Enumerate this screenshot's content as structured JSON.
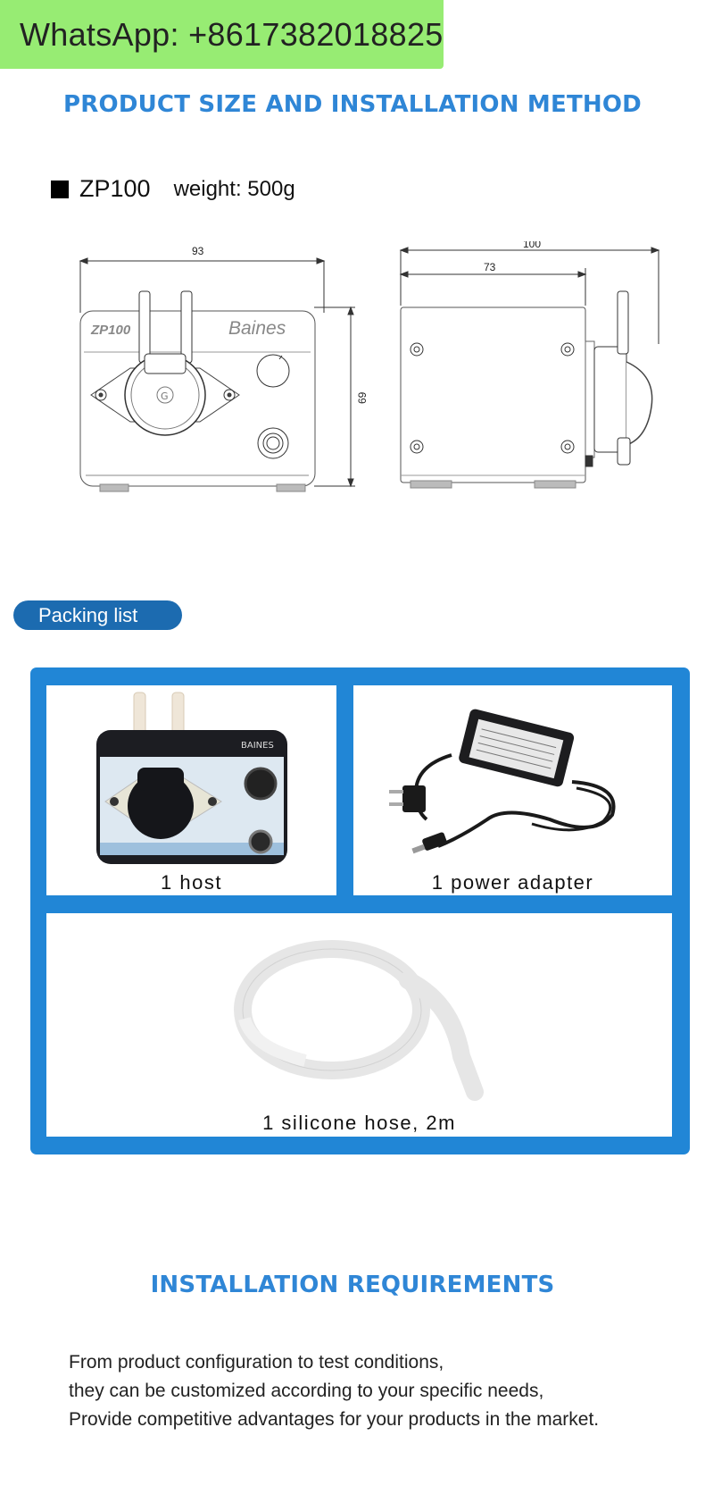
{
  "banner": {
    "text": "WhatsApp: +8617382018825"
  },
  "size_section": {
    "title": "PRODUCT SIZE AND INSTALLATION METHOD"
  },
  "model": {
    "name": "ZP100",
    "weight": "weight: 500g"
  },
  "drawing": {
    "front_width": "93",
    "height": "69",
    "side_total_depth": "100",
    "side_body_depth": "73",
    "front_model_label": "ZP100",
    "front_brand_label": "Baines"
  },
  "packing": {
    "label": "Packing list",
    "items": [
      {
        "caption": "1 host"
      },
      {
        "caption": "1 power adapter"
      },
      {
        "caption": "1 silicone hose, 2m"
      }
    ]
  },
  "requirements": {
    "title": "INSTALLATION REQUIREMENTS",
    "lines": [
      "From product configuration to test conditions,",
      "they can be customized according to your specific needs,",
      "Provide competitive advantages for your products in the market."
    ]
  },
  "colors": {
    "banner": "#97ec73",
    "title_blue": "#2f86d6",
    "pill_blue": "#1c6bb0",
    "frame_blue": "#2186d6"
  }
}
